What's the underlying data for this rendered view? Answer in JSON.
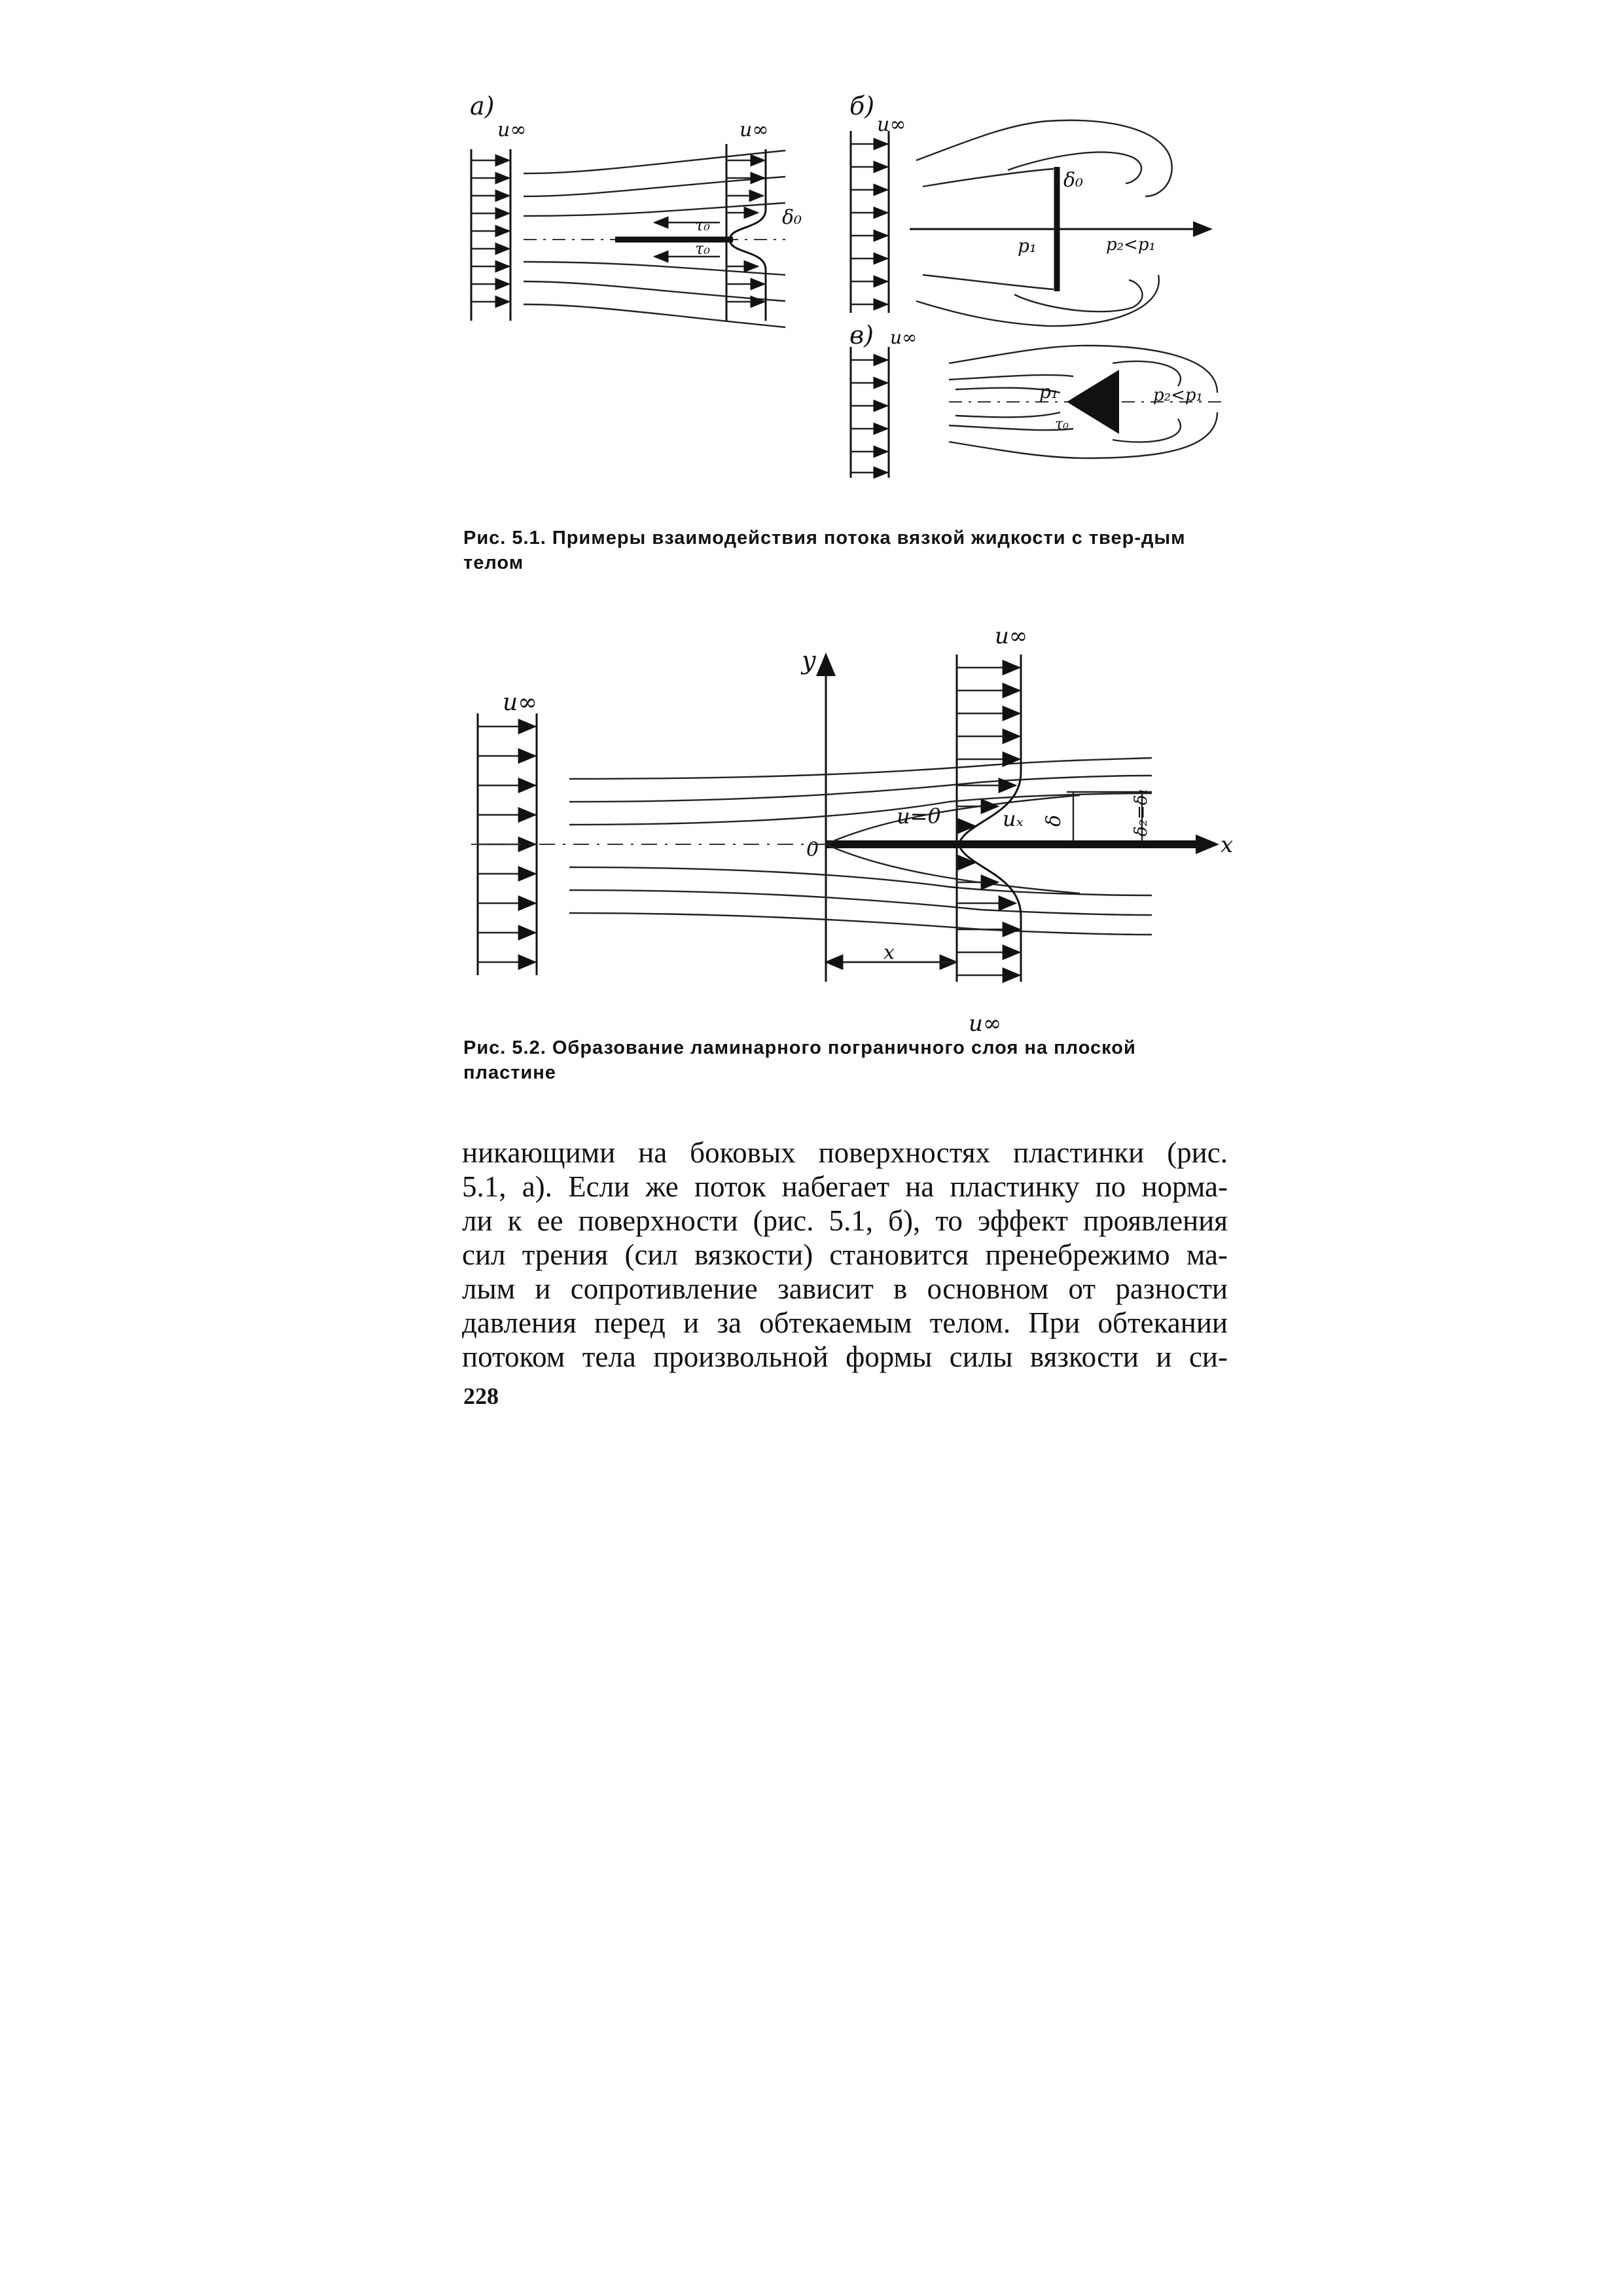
{
  "figure_1": {
    "label_a": "а)",
    "label_b": "б)",
    "label_v": "в)",
    "u_inf": "u∞",
    "tau0": "τ₀",
    "delta0": "δ₀",
    "p1": "p₁",
    "p2_lt_p1": "p₂<p₁",
    "caption_num": "Рис. 5.1.",
    "caption_text": "Примеры взаимодействия потока вязкой жидкости с твер-дым телом"
  },
  "figure_2": {
    "y_axis": "y",
    "x_axis": "x",
    "origin": "0",
    "x_dim": "x",
    "u_zero": "u=0",
    "u_x": "uₓ",
    "delta": "δ",
    "delta2": "δ₂=δ₁",
    "u_inf_top": "u∞",
    "u_inf_left": "u∞",
    "u_inf_bottom": "u∞",
    "caption_num": "Рис. 5.2.",
    "caption_text": "Образование ламинарного пограничного слоя на плоской пластине"
  },
  "body": {
    "lines": [
      "никающими на боковых поверхностях пластинки (рис.",
      "5.1, а). Если же поток набегает на пластинку по норма-",
      "ли к ее поверхности (рис. 5.1, б), то эффект проявления",
      "сил трения (сил вязкости) становится пренебрежимо ма-",
      "лым и сопротивление зависит в основном от разности",
      "давления перед и за обтекаемым телом. При обтекании",
      "потоком тела произвольной формы силы вязкости и си-"
    ]
  },
  "page_number": "228"
}
